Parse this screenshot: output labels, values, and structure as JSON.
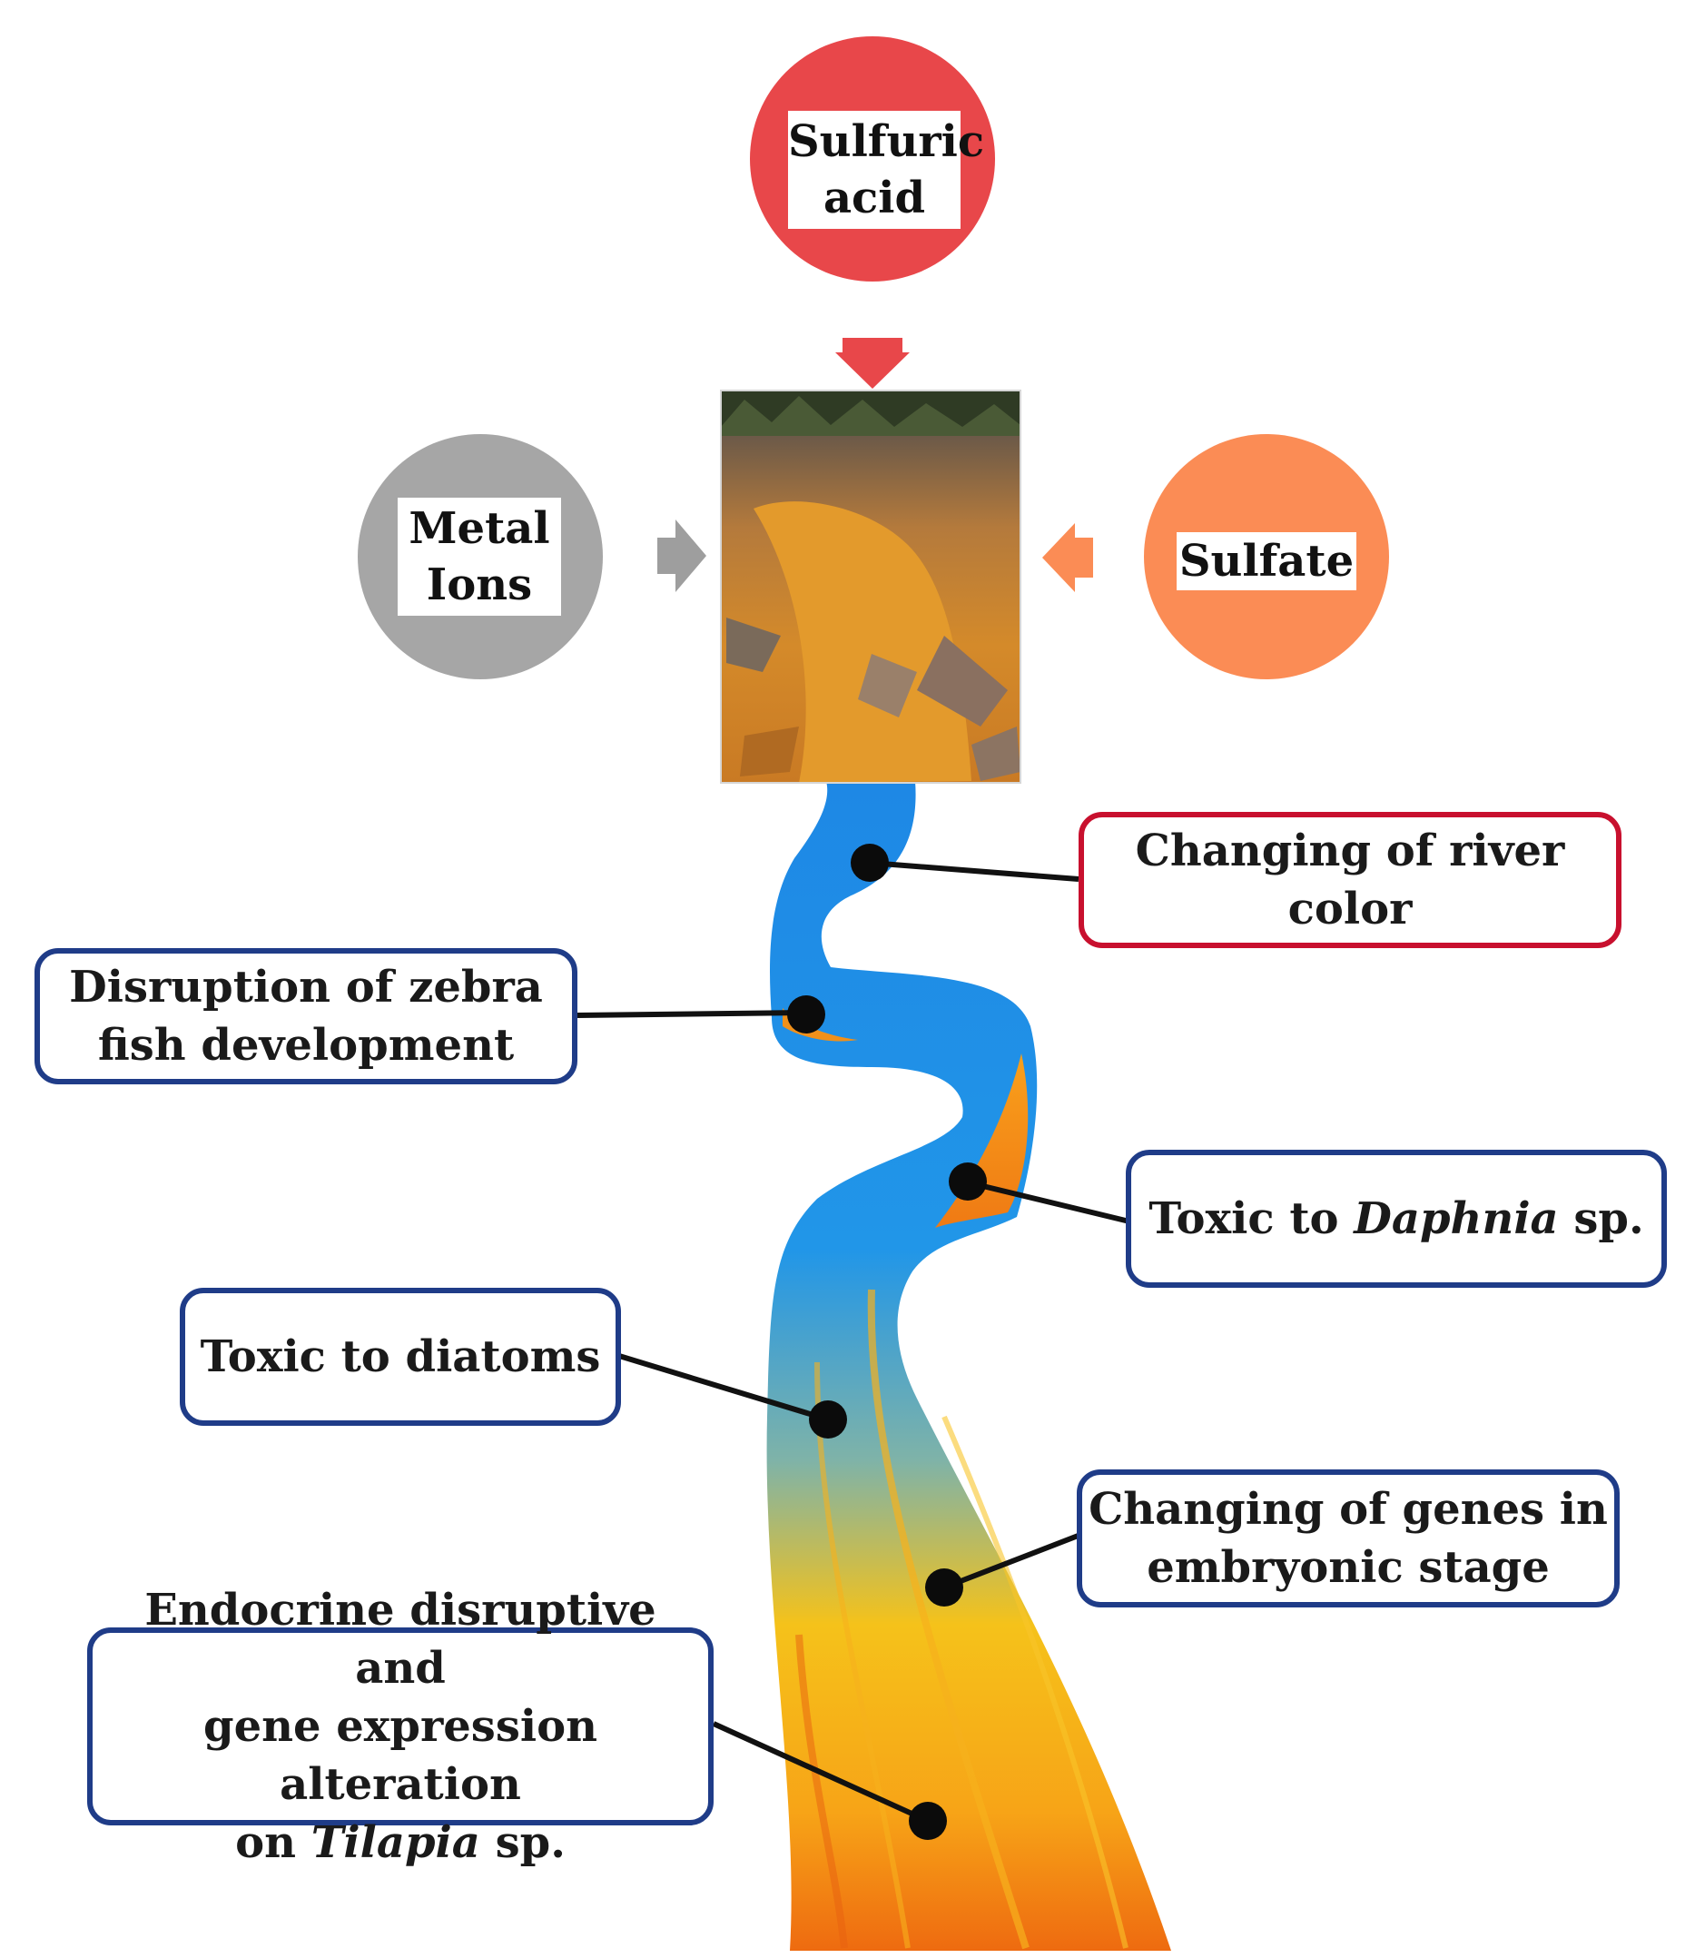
{
  "sources": {
    "sulfuric_acid": {
      "line1": "Sulfuric",
      "line2": "acid",
      "color": "#e8474a"
    },
    "metal_ions": {
      "line1": "Metal",
      "line2": "Ions",
      "color": "#a6a6a6"
    },
    "sulfate": {
      "label": "Sulfate",
      "color": "#fb8c55"
    }
  },
  "effects": {
    "river_color": {
      "line1": "Changing of river",
      "line2": "color",
      "border": "#c8102e"
    },
    "zebrafish": {
      "line1": "Disruption of zebra",
      "line2": "fish development",
      "border": "#1f3c88"
    },
    "daphnia": {
      "prefix": "Toxic to ",
      "italic": "Daphnia",
      "suffix": " sp.",
      "border": "#1f3c88"
    },
    "diatoms": {
      "label": "Toxic to diatoms",
      "border": "#1f3c88"
    },
    "genes": {
      "line1": "Changing of genes in",
      "line2": "embryonic stage",
      "border": "#1f3c88"
    },
    "tilapia": {
      "line1": "Endocrine disruptive and",
      "line2": "gene expression alteration",
      "line3_prefix": "on ",
      "line3_italic": "Tilapia",
      "line3_suffix": " sp.",
      "border": "#1f3c88"
    }
  },
  "colors": {
    "river_blue": "#1e88e5",
    "river_yellow": "#f8c01a",
    "river_orange": "#f07a12",
    "arrow_gray": "#9e9e9e",
    "arrow_orange": "#fb8c55",
    "arrow_red": "#e8474a"
  }
}
